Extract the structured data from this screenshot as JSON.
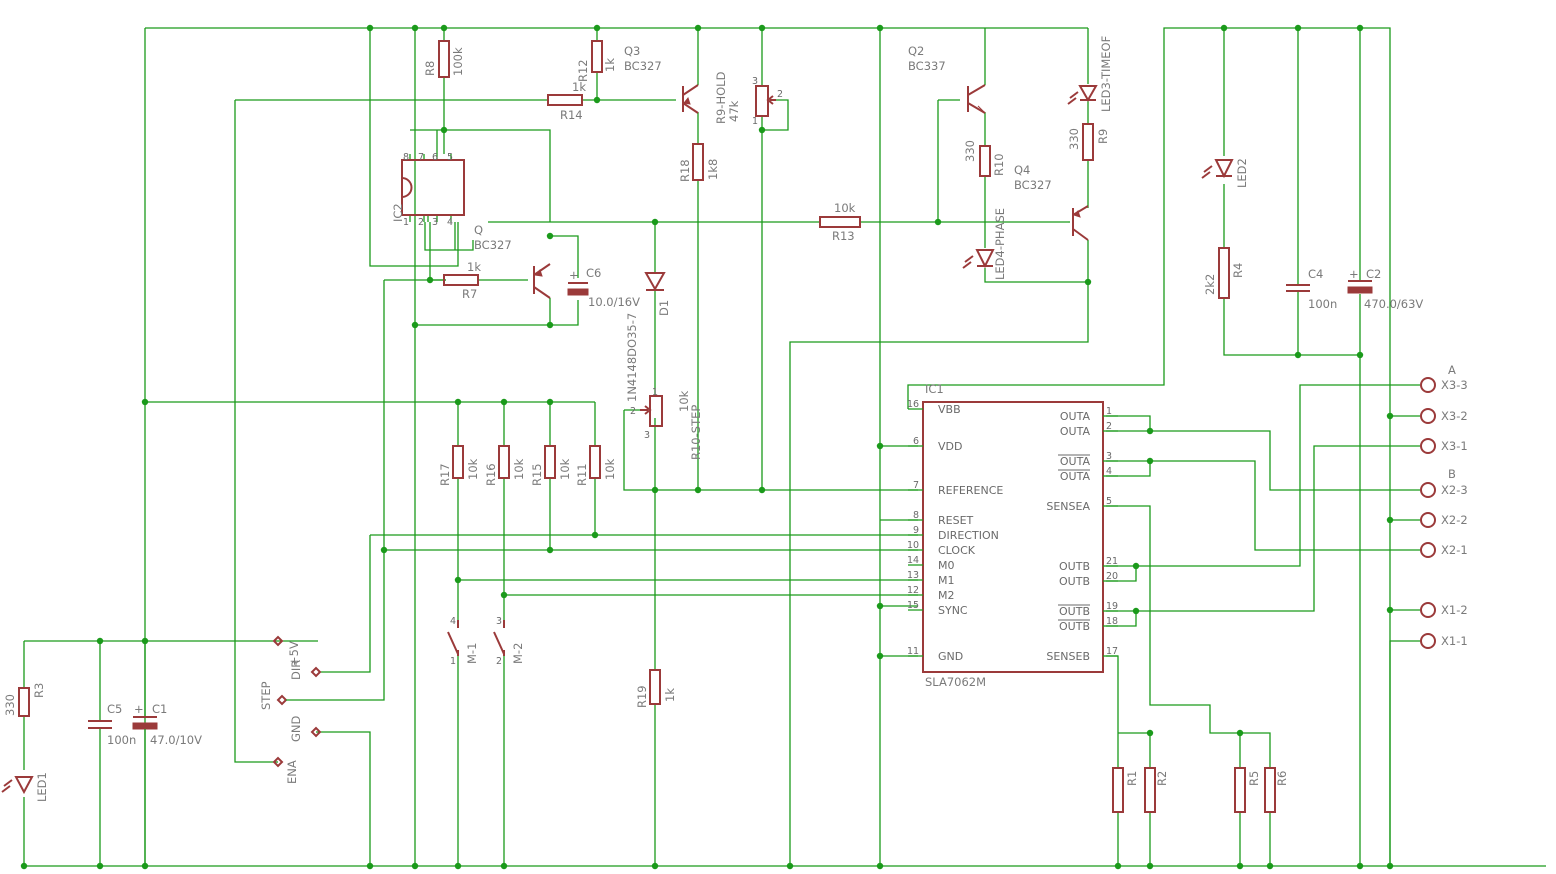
{
  "ic1": {
    "name": "IC1",
    "value": "SLA7062M",
    "left_pins": [
      {
        "num": "16",
        "label": "VBB"
      },
      {
        "num": "6",
        "label": "VDD"
      },
      {
        "num": "7",
        "label": "REFERENCE"
      },
      {
        "num": "8",
        "label": "RESET"
      },
      {
        "num": "9",
        "label": "DIRECTION"
      },
      {
        "num": "10",
        "label": "CLOCK"
      },
      {
        "num": "14",
        "label": "M0"
      },
      {
        "num": "13",
        "label": "M1"
      },
      {
        "num": "12",
        "label": "M2"
      },
      {
        "num": "15",
        "label": "SYNC"
      },
      {
        "num": "11",
        "label": "GND"
      }
    ],
    "right_pins": [
      {
        "num": "1",
        "label": "OUTA",
        "bar": false
      },
      {
        "num": "2",
        "label": "OUTA",
        "bar": false
      },
      {
        "num": "3",
        "label": "OUTA",
        "bar": true
      },
      {
        "num": "4",
        "label": "OUTA",
        "bar": true
      },
      {
        "num": "5",
        "label": "SENSEA",
        "bar": false
      },
      {
        "num": "21",
        "label": "OUTB",
        "bar": false
      },
      {
        "num": "20",
        "label": "OUTB",
        "bar": false
      },
      {
        "num": "19",
        "label": "OUTB",
        "bar": true
      },
      {
        "num": "18",
        "label": "OUTB",
        "bar": true
      },
      {
        "num": "17",
        "label": "SENSEB",
        "bar": false
      }
    ]
  },
  "ic2": {
    "name": "IC2",
    "pins_top": [
      "8",
      "7",
      "6",
      "5"
    ],
    "pins_bottom": [
      "1",
      "2",
      "3",
      "4"
    ]
  },
  "resistors": [
    {
      "name": "R8",
      "value": "100k"
    },
    {
      "name": "R12",
      "value": "1k"
    },
    {
      "name": "R14",
      "value": "1k"
    },
    {
      "name": "R18",
      "value": "1k8"
    },
    {
      "name": "R7",
      "value": "1k"
    },
    {
      "name": "R13",
      "value": "10k"
    },
    {
      "name": "R10",
      "value": "330"
    },
    {
      "name": "R9",
      "value": "330"
    },
    {
      "name": "R4",
      "value": "2k2"
    },
    {
      "name": "R17",
      "value": "10k"
    },
    {
      "name": "R16",
      "value": "10k"
    },
    {
      "name": "R15",
      "value": "10k"
    },
    {
      "name": "R11",
      "value": "10k"
    },
    {
      "name": "R19",
      "value": "1k"
    },
    {
      "name": "R3",
      "value": "330"
    },
    {
      "name": "R1",
      "value": ""
    },
    {
      "name": "R2",
      "value": ""
    },
    {
      "name": "R5",
      "value": ""
    },
    {
      "name": "R6",
      "value": ""
    }
  ],
  "pots": [
    {
      "name": "R9-HOLD",
      "value": "47k",
      "pins": [
        "3",
        "2",
        "1"
      ]
    },
    {
      "name": "R10-STEP",
      "value": "10k",
      "pins": [
        "2",
        "1",
        "3"
      ]
    }
  ],
  "transistors": [
    {
      "name": "Q3",
      "value": "BC327"
    },
    {
      "name": "Q2",
      "value": "BC337"
    },
    {
      "name": "Q4",
      "value": "BC327"
    },
    {
      "name": "Q",
      "value": "BC327"
    }
  ],
  "capacitors": [
    {
      "name": "C6",
      "value": "10.0/16V"
    },
    {
      "name": "C4",
      "value": "100n"
    },
    {
      "name": "C2",
      "value": "470.0/63V"
    },
    {
      "name": "C5",
      "value": "100n"
    },
    {
      "name": "C1",
      "value": "47.0/10V"
    }
  ],
  "diode": {
    "name": "D1",
    "value": "1N4148DO35-7"
  },
  "leds": [
    {
      "name": "LED3-TIMEOF"
    },
    {
      "name": "LED4-PHASE"
    },
    {
      "name": "LED2"
    },
    {
      "name": "LED1"
    }
  ],
  "switches": [
    {
      "name": "M-1",
      "pins": [
        "4",
        "1"
      ]
    },
    {
      "name": "M-2",
      "pins": [
        "3",
        "2"
      ]
    }
  ],
  "input_pins": [
    {
      "label": "+5V"
    },
    {
      "label": "DIR"
    },
    {
      "label": "STEP"
    },
    {
      "label": "GND"
    },
    {
      "label": "ENA"
    }
  ],
  "outputs": {
    "group_a_label": "A",
    "group_b_label": "B",
    "pins": [
      "X3-3",
      "X3-2",
      "X3-1",
      "X2-3",
      "X2-2",
      "X2-1",
      "X1-2",
      "X1-1"
    ]
  },
  "colors": {
    "wire": "#1b9a1b",
    "part": "#9b3a3a",
    "text": "#7a7a7a"
  }
}
